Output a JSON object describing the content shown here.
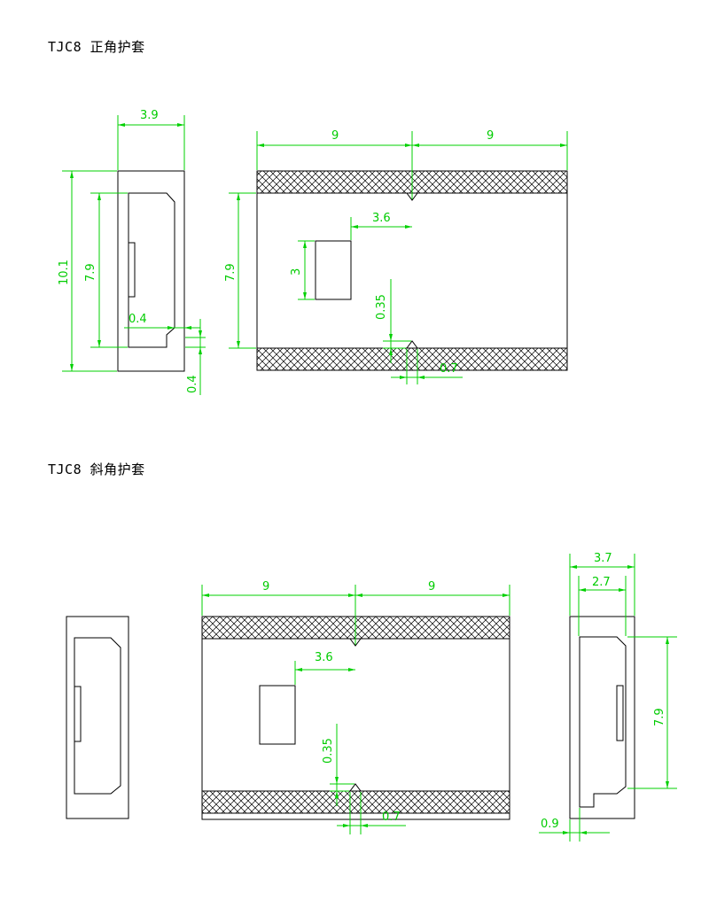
{
  "titles": {
    "straight": "TJC8 正角护套",
    "oblique": "TJC8 斜角护套"
  },
  "dimensions": {
    "side_width": "3.9",
    "half_length": "9",
    "height_total": "10.1",
    "inner_height": "7.9",
    "window_height": "3",
    "window_offset": "3.6",
    "latch_depth": "0.35",
    "wall_offset": "0.4",
    "notch_width": "0.7",
    "side_width_oblique": "3.7",
    "inner_width_oblique": "2.7",
    "foot_width": "0.9"
  },
  "colors": {
    "outline": "#000000",
    "dimension": "#00cc00",
    "hatch": "#000000"
  }
}
